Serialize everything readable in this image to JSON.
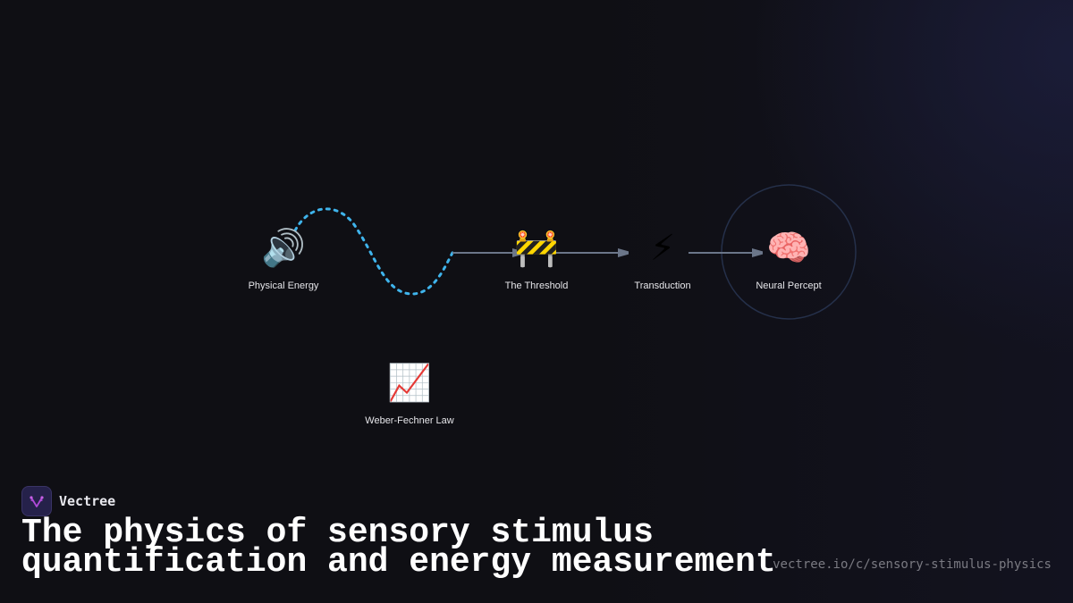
{
  "diagram": {
    "nodes": [
      {
        "id": "physical-energy",
        "label": "Physical Energy",
        "icon": "speaker-icon",
        "emoji": "🔊"
      },
      {
        "id": "threshold",
        "label": "The Threshold",
        "icon": "construction-barrier-icon",
        "emoji": "🚧"
      },
      {
        "id": "transduction",
        "label": "Transduction",
        "icon": "lightning-icon",
        "emoji": "⚡"
      },
      {
        "id": "neural-percept",
        "label": "Neural Percept",
        "icon": "brain-icon",
        "emoji": "🧠"
      },
      {
        "id": "weber-fechner",
        "label": "Weber-Fechner Law",
        "icon": "chart-increasing-icon",
        "emoji": "📈"
      }
    ],
    "edges": [
      {
        "from": "physical-energy",
        "to": "threshold",
        "style": "dotted-wave",
        "color": "#3fb4ec"
      },
      {
        "from": "threshold",
        "to": "transduction",
        "style": "arrow",
        "color": "#6b7689"
      },
      {
        "from": "transduction",
        "to": "neural-percept",
        "style": "arrow",
        "color": "#6b7689"
      }
    ],
    "highlight_ring": {
      "around": "neural-percept",
      "color": "#25304a"
    }
  },
  "brand": {
    "name": "Vectree",
    "logo_color": "#b04ad8"
  },
  "title": {
    "line1": "The physics of sensory stimulus",
    "line2": "quantification and energy measurement"
  },
  "url": "vectree.io/c/sensory-stimulus-physics"
}
